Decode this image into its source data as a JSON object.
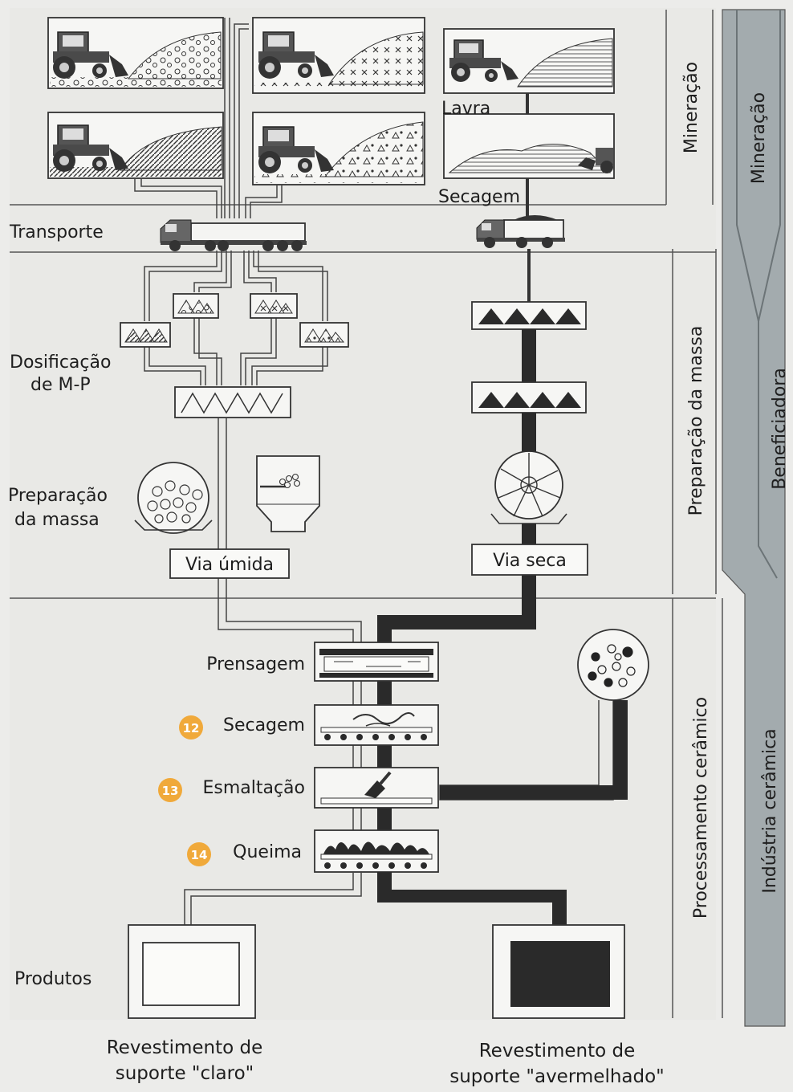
{
  "labels": {
    "lavra": "Lavra",
    "secagem_top": "Secagem",
    "transporte": "Transporte",
    "dosificacao_1": "Dosificação",
    "dosificacao_2": "de M-P",
    "preparacao_1": "Preparação",
    "preparacao_2": "da massa",
    "via_umida": "Via úmida",
    "via_seca": "Via seca",
    "prensagem": "Prensagem",
    "secagem": "Secagem",
    "esmaltacao": "Esmaltação",
    "queima": "Queima",
    "produtos": "Produtos"
  },
  "badges": {
    "secagem": "12",
    "esmaltacao": "13",
    "queima": "14"
  },
  "sections": {
    "mineracao": "Mineração",
    "preparacao": "Preparação da massa",
    "processamento": "Processamento cerâmico"
  },
  "bands": {
    "mineracao": "Mineração",
    "beneficiadora": "Beneficiadora",
    "industria": "Indústria cerâmica"
  },
  "products": {
    "claro_1": "Revestimento de",
    "claro_2": "suporte \"claro\"",
    "avermelhado_1": "Revestimento de",
    "avermelhado_2": "suporte \"avermelhado\""
  },
  "colors": {
    "badge": "#f0a93a",
    "dark": "#2a2a2a",
    "band": "#9aa2a5"
  }
}
